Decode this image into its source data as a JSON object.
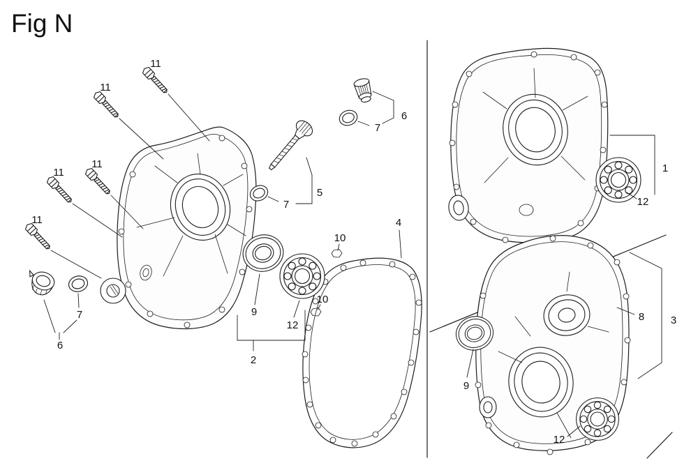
{
  "figure": {
    "title": "Fig N"
  },
  "colors": {
    "line": "#1c1c1c",
    "background": "#ffffff"
  },
  "callouts": [
    {
      "part": "flange-bolt-a",
      "text": "11"
    },
    {
      "part": "flange-bolt-b",
      "text": "11"
    },
    {
      "part": "flange-bolt-c",
      "text": "11"
    },
    {
      "part": "flange-bolt-d",
      "text": "11"
    },
    {
      "part": "flange-bolt-e",
      "text": "11"
    },
    {
      "part": "cap-assembly-top",
      "text": "6"
    },
    {
      "part": "seal-ring-top",
      "text": "7"
    },
    {
      "part": "oil-filler-dipstick",
      "text": "5"
    },
    {
      "part": "seal-ring-mid",
      "text": "7"
    },
    {
      "part": "dowel-pin-upper",
      "text": "10"
    },
    {
      "part": "gasket",
      "text": "4"
    },
    {
      "part": "oil-seal-main",
      "text": "9"
    },
    {
      "part": "dowel-pin-lower",
      "text": "10"
    },
    {
      "part": "ball-bearing-main",
      "text": "12"
    },
    {
      "part": "crankcase-cover-exploded",
      "text": "2"
    },
    {
      "part": "seal-ring-left",
      "text": "7"
    },
    {
      "part": "cap-assembly-left",
      "text": "6"
    },
    {
      "part": "crankcase-cover-assembled",
      "text": "1"
    },
    {
      "part": "ball-bearing-top-right",
      "text": "12"
    },
    {
      "part": "cover-inner-view",
      "text": "8"
    },
    {
      "part": "cover-assembly-bottom",
      "text": "3"
    },
    {
      "part": "oil-seal-bottom",
      "text": "9"
    },
    {
      "part": "ball-bearing-bottom-right",
      "text": "12"
    }
  ]
}
